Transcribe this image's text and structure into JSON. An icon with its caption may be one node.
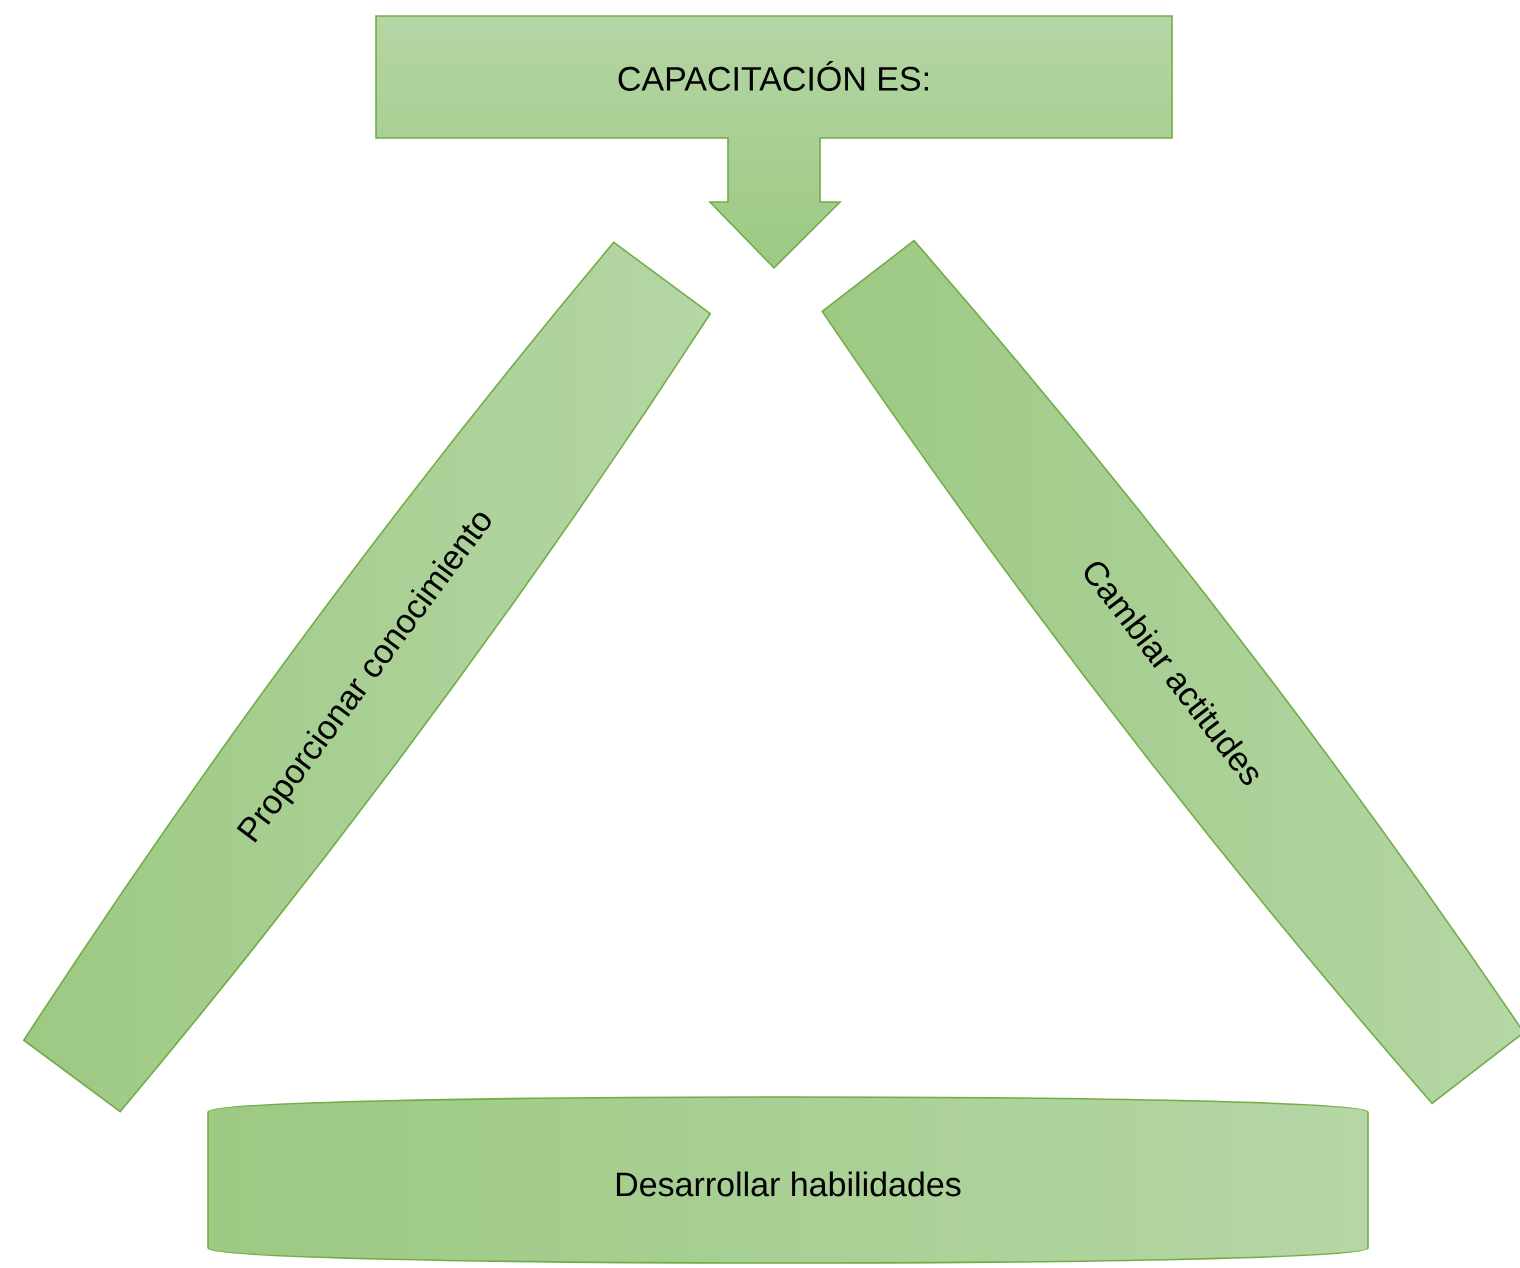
{
  "diagram": {
    "nodes": [
      {
        "text": [
          "CAPACITACIÓN ES:"
        ]
      },
      {
        "text": [
          "Proporcionar conocimiento"
        ]
      },
      {
        "text": [
          "Cambiar actitudes"
        ]
      },
      {
        "text": [
          "Desarrollar habilidades"
        ]
      }
    ]
  }
}
